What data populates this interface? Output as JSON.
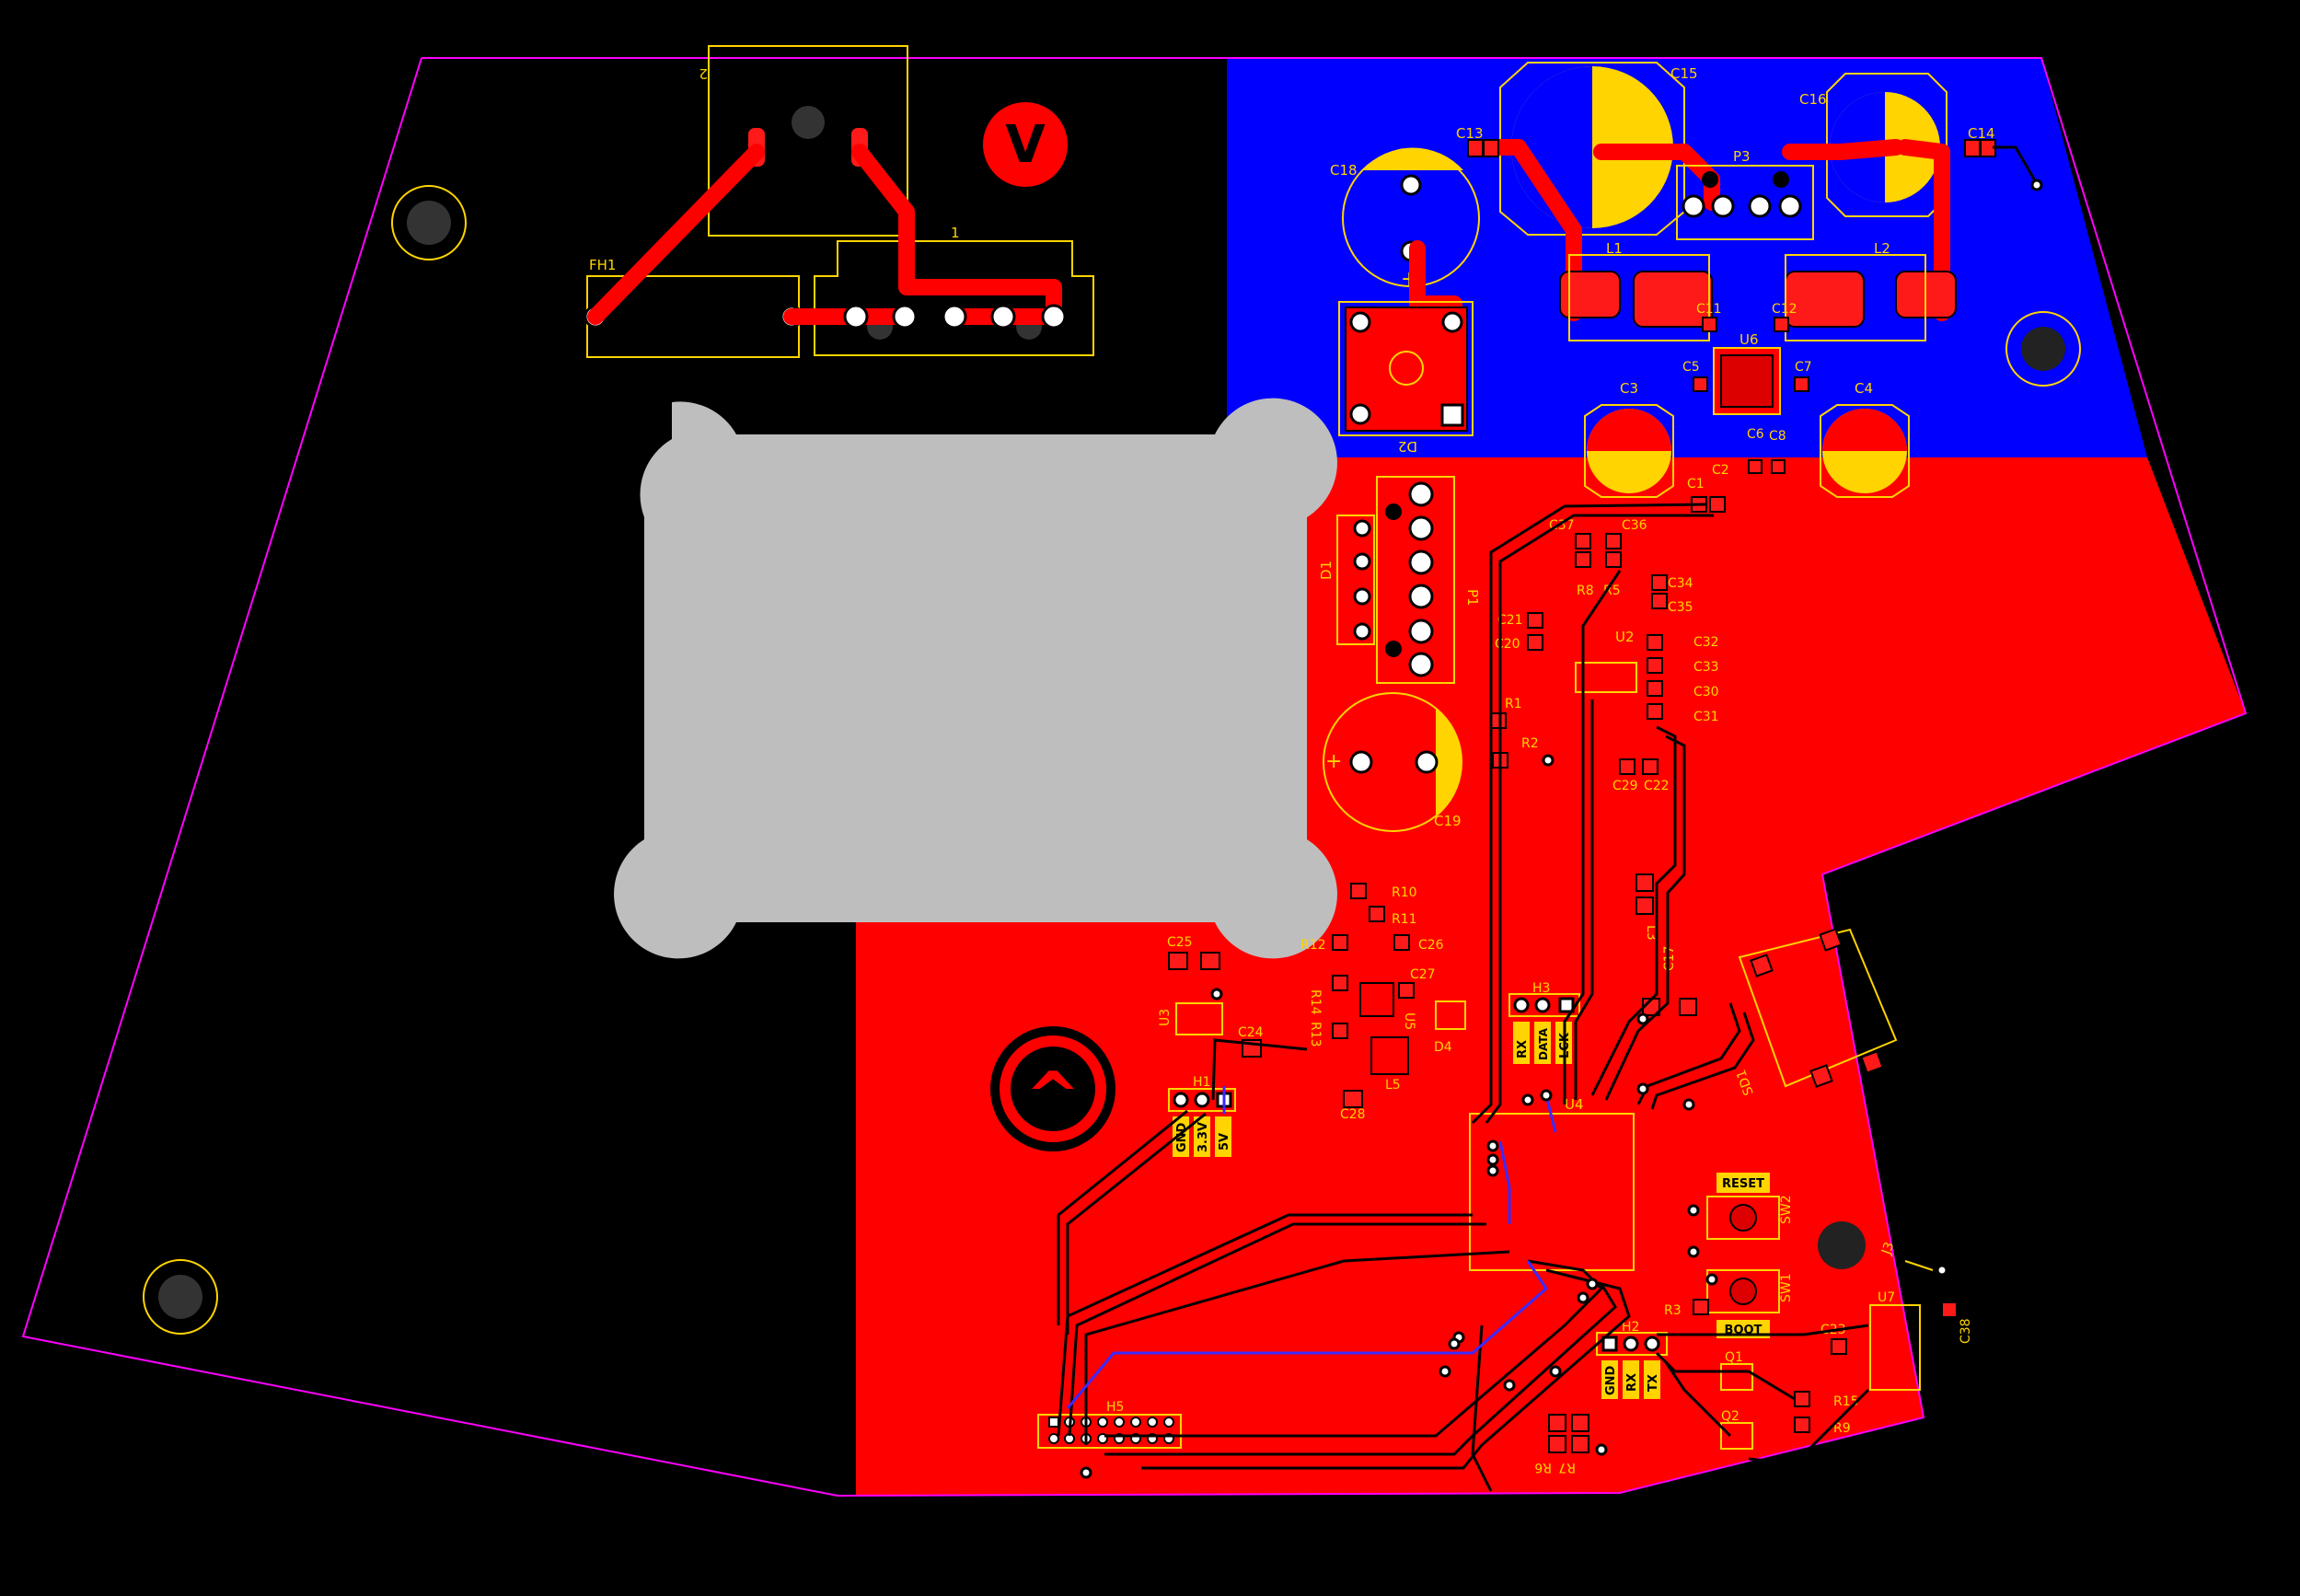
{
  "colors": {
    "background": "#000000",
    "top_copper": "#ff0000",
    "bottom_copper": "#0000ff",
    "silkscreen": "#ffd400",
    "outline": "#ff00ff",
    "cutout": "#bebebe"
  },
  "icons": {
    "top_logo": "v-logo-icon",
    "bottom_logo": "chevron-up-logo-icon"
  },
  "logo_text": {
    "top": "V",
    "bottom": "^"
  },
  "labels": {
    "fh1": "FH1",
    "conn2": "2",
    "conn1": "1",
    "c15": "C15",
    "c16": "C16",
    "c13": "C13",
    "c14": "C14",
    "c18": "C18",
    "p3": "P3",
    "l1": "L1",
    "l2": "L2",
    "u6": "U6",
    "c11": "C11",
    "c12": "C12",
    "c5": "C5",
    "c7": "C7",
    "c3": "C3",
    "c4": "C4",
    "c6": "C6",
    "c8": "C8",
    "c1": "C1",
    "c2": "C2",
    "d2": "D2",
    "d1": "D1",
    "p1": "P1",
    "c37": "C37",
    "c36": "C36",
    "r8": "R8",
    "r5": "R5",
    "c34": "C34",
    "c35": "C35",
    "c21": "C21",
    "c20": "C20",
    "u2": "U2",
    "c32": "C32",
    "c33": "C33",
    "c30": "C30",
    "c31": "C31",
    "r1": "R1",
    "r2": "R2",
    "c29": "C29",
    "c22": "C22",
    "c19": "C19",
    "r10": "R10",
    "r11": "R11",
    "r12": "R12",
    "c26": "C26",
    "c27": "C27",
    "c25": "C25",
    "u3": "U3",
    "c24": "C24",
    "r14": "R14",
    "r13": "R13",
    "u5": "U5",
    "d4": "D4",
    "l5": "L5",
    "c28": "C28",
    "h3": "H3",
    "h1": "H1",
    "l3": "L3",
    "c17": "C17",
    "u4": "U4",
    "sd1": "SD1",
    "sw2": "SW2",
    "sw1": "SW1",
    "r3": "R3",
    "j3": "J3",
    "u7": "U7",
    "c23": "C23",
    "c38": "C38",
    "h2": "H2",
    "q1": "Q1",
    "q2": "Q2",
    "r15": "R15",
    "r9": "R9",
    "h5": "H5",
    "r6": "R6",
    "r7": "R7"
  },
  "tags": {
    "gnd1": "GND",
    "v33": "3.3V",
    "v5": "5V",
    "rx3": "RX",
    "data": "DATA",
    "lck": "LCK",
    "gnd2": "GND",
    "rx2": "RX",
    "tx2": "TX",
    "reset": "RESET",
    "boot": "BOOT"
  }
}
